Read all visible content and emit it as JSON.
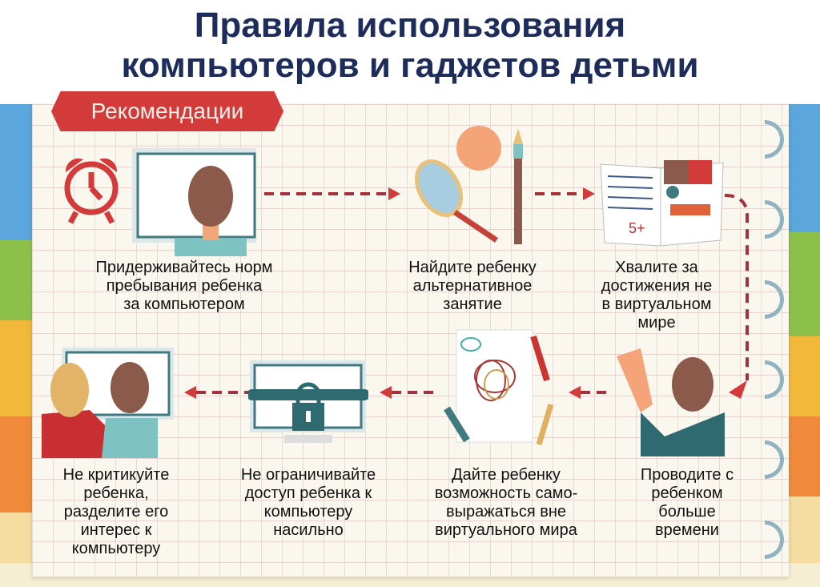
{
  "title": {
    "line1": "Правила использования",
    "line2": "компьютеров и гаджетов детьми"
  },
  "banner": "Рекомендации",
  "steps": [
    {
      "lines": [
        "Придерживайтесь норм",
        "пребывания ребенка",
        "за компьютером"
      ],
      "icon": "alarm-clock-computer-icon"
    },
    {
      "lines": [
        "Найдите ребенку",
        "альтернативное",
        "занятие"
      ],
      "icon": "racket-ball-brush-icon"
    },
    {
      "lines": [
        "Хвалите за",
        "достижения не",
        "в виртуальном",
        "мире"
      ],
      "icon": "notebook-icon"
    },
    {
      "lines": [
        "Проводите с",
        "ребенком",
        "больше",
        "времени"
      ],
      "icon": "child-hand-icon"
    },
    {
      "lines": [
        "Дайте ребенку",
        "возможность само-",
        "выражаться вне",
        "виртуального мира"
      ],
      "icon": "drawing-icon"
    },
    {
      "lines": [
        "Не ограничивайте",
        "доступ ребенка к",
        "компьютеру",
        "насильно"
      ],
      "icon": "locked-computer-icon"
    },
    {
      "lines": [
        "Не критикуйте",
        "ребенка,",
        "разделите его",
        "интерес к",
        "компьютеру"
      ],
      "icon": "parent-child-computer-icon"
    }
  ],
  "notebook_grade": "5+",
  "colors": {
    "title": "#1e2c5c",
    "accent": "#d33a3a",
    "arrow": "#a3303a"
  }
}
